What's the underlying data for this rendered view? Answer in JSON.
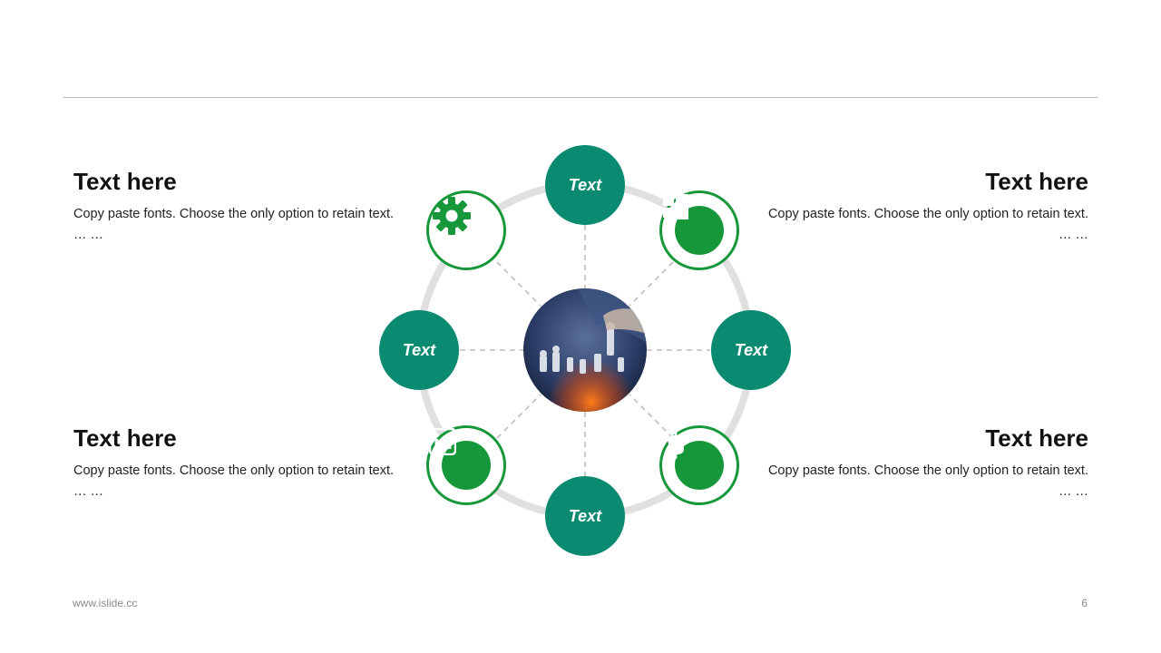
{
  "blocks": {
    "top_left": {
      "heading": "Text here",
      "body": "Copy paste fonts. Choose the only option to retain text.",
      "ellipsis": "… …"
    },
    "top_right": {
      "heading": "Text here",
      "body": "Copy paste fonts. Choose the only option to retain text.",
      "ellipsis": "… …"
    },
    "bottom_left": {
      "heading": "Text here",
      "body": "Copy paste fonts. Choose the only option to retain text.",
      "ellipsis": "… …"
    },
    "bottom_right": {
      "heading": "Text here",
      "body": "Copy paste fonts. Choose the only option to retain text.",
      "ellipsis": "… …"
    }
  },
  "diagram": {
    "nodes": {
      "top": "Text",
      "left": "Text",
      "right": "Text",
      "bottom": "Text"
    },
    "icons": [
      "gear-icon",
      "windows-icon",
      "linkedin-icon",
      "dollar-icon"
    ],
    "colors": {
      "node": "#0a8a70",
      "icon": "#16983a",
      "ring": "#e0e0e0",
      "spoke": "#bdbdbd"
    }
  },
  "footer": {
    "url": "www.islide.cc",
    "page": "6"
  }
}
